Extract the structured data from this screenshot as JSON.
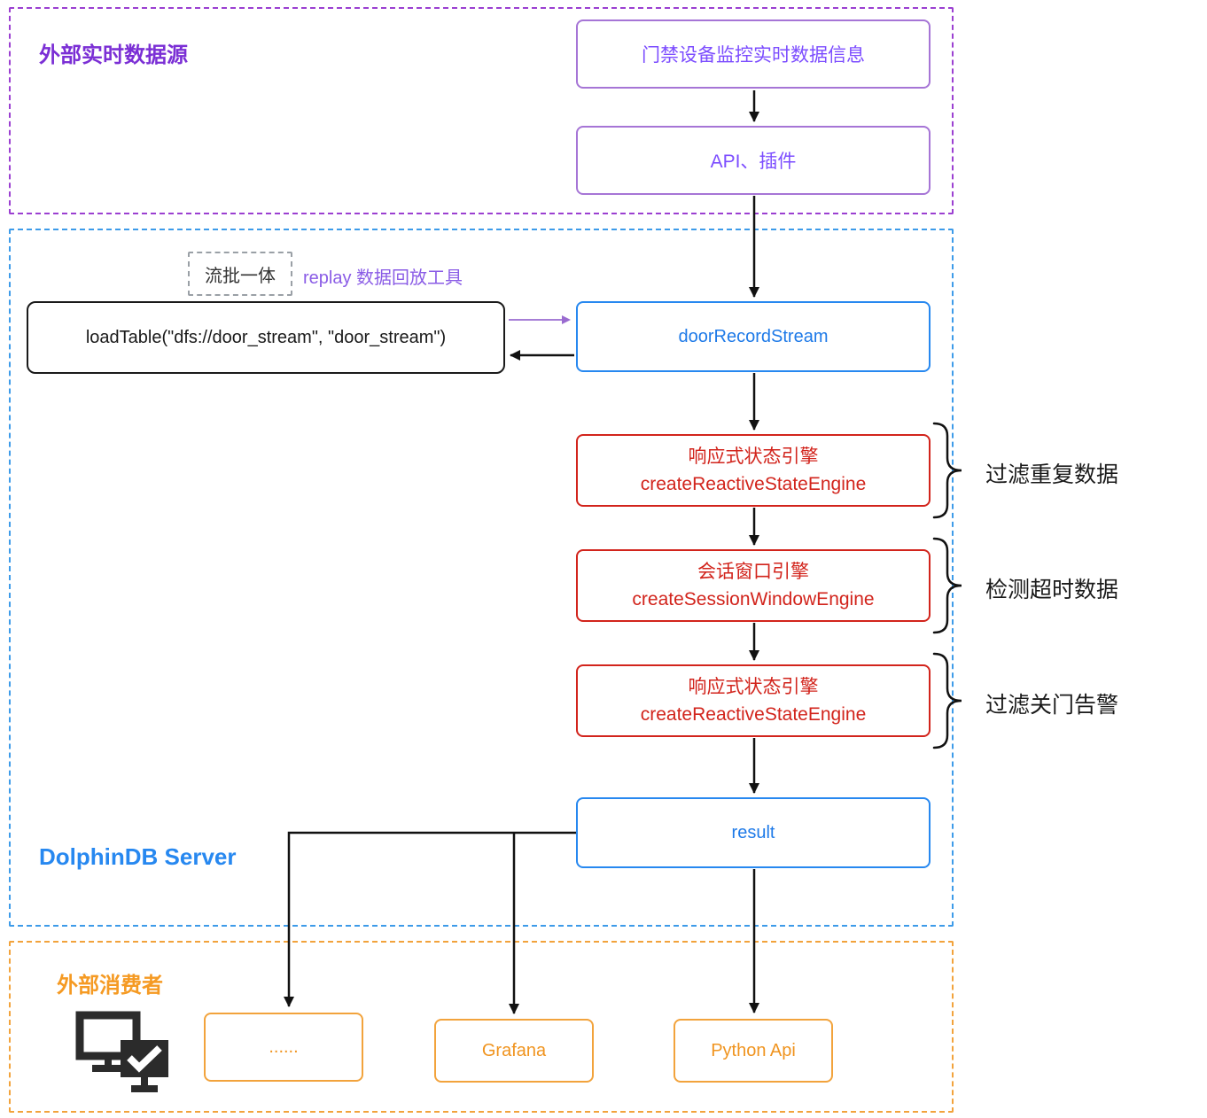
{
  "sections": {
    "external_source": {
      "title": "外部实时数据源"
    },
    "dolphindb_server": {
      "title": "DolphinDB Server"
    },
    "external_consumers": {
      "title": "外部消费者"
    }
  },
  "nodes": {
    "door_monitor_data": "门禁设备监控实时数据信息",
    "api_plugin": "API、插件",
    "stream_batch_unified": "流批一体",
    "replay_tool_note": "replay 数据回放工具",
    "load_table": "loadTable(\"dfs://door_stream\", \"door_stream\")",
    "door_record_stream": "doorRecordStream",
    "reactive_engine_top": {
      "title": "响应式状态引擎",
      "subtitle": "createReactiveStateEngine"
    },
    "session_window_engine": {
      "title": "会话窗口引擎",
      "subtitle": "createSessionWindowEngine"
    },
    "reactive_engine_bottom": {
      "title": "响应式状态引擎",
      "subtitle": "createReactiveStateEngine"
    },
    "result": "result",
    "more_consumers": "......",
    "grafana": "Grafana",
    "python_api": "Python Api"
  },
  "annotations": {
    "dedupe": "过滤重复数据",
    "timeout": "检测超时数据",
    "close_alarm": "过滤关门告警"
  },
  "icons": {
    "consumer_devices": "monitors-with-checkmark-icon"
  },
  "colors": {
    "purple_border": "#9B3FD1",
    "purple_node": "#A675D6",
    "purple_text": "#7C4DFF",
    "blue_border": "#3D9BE9",
    "blue_node": "#2788F0",
    "blue_text": "#1E7AE8",
    "red": "#D2241C",
    "orange_border": "#F2A33C",
    "orange_text": "#F0941F",
    "black": "#111111"
  }
}
